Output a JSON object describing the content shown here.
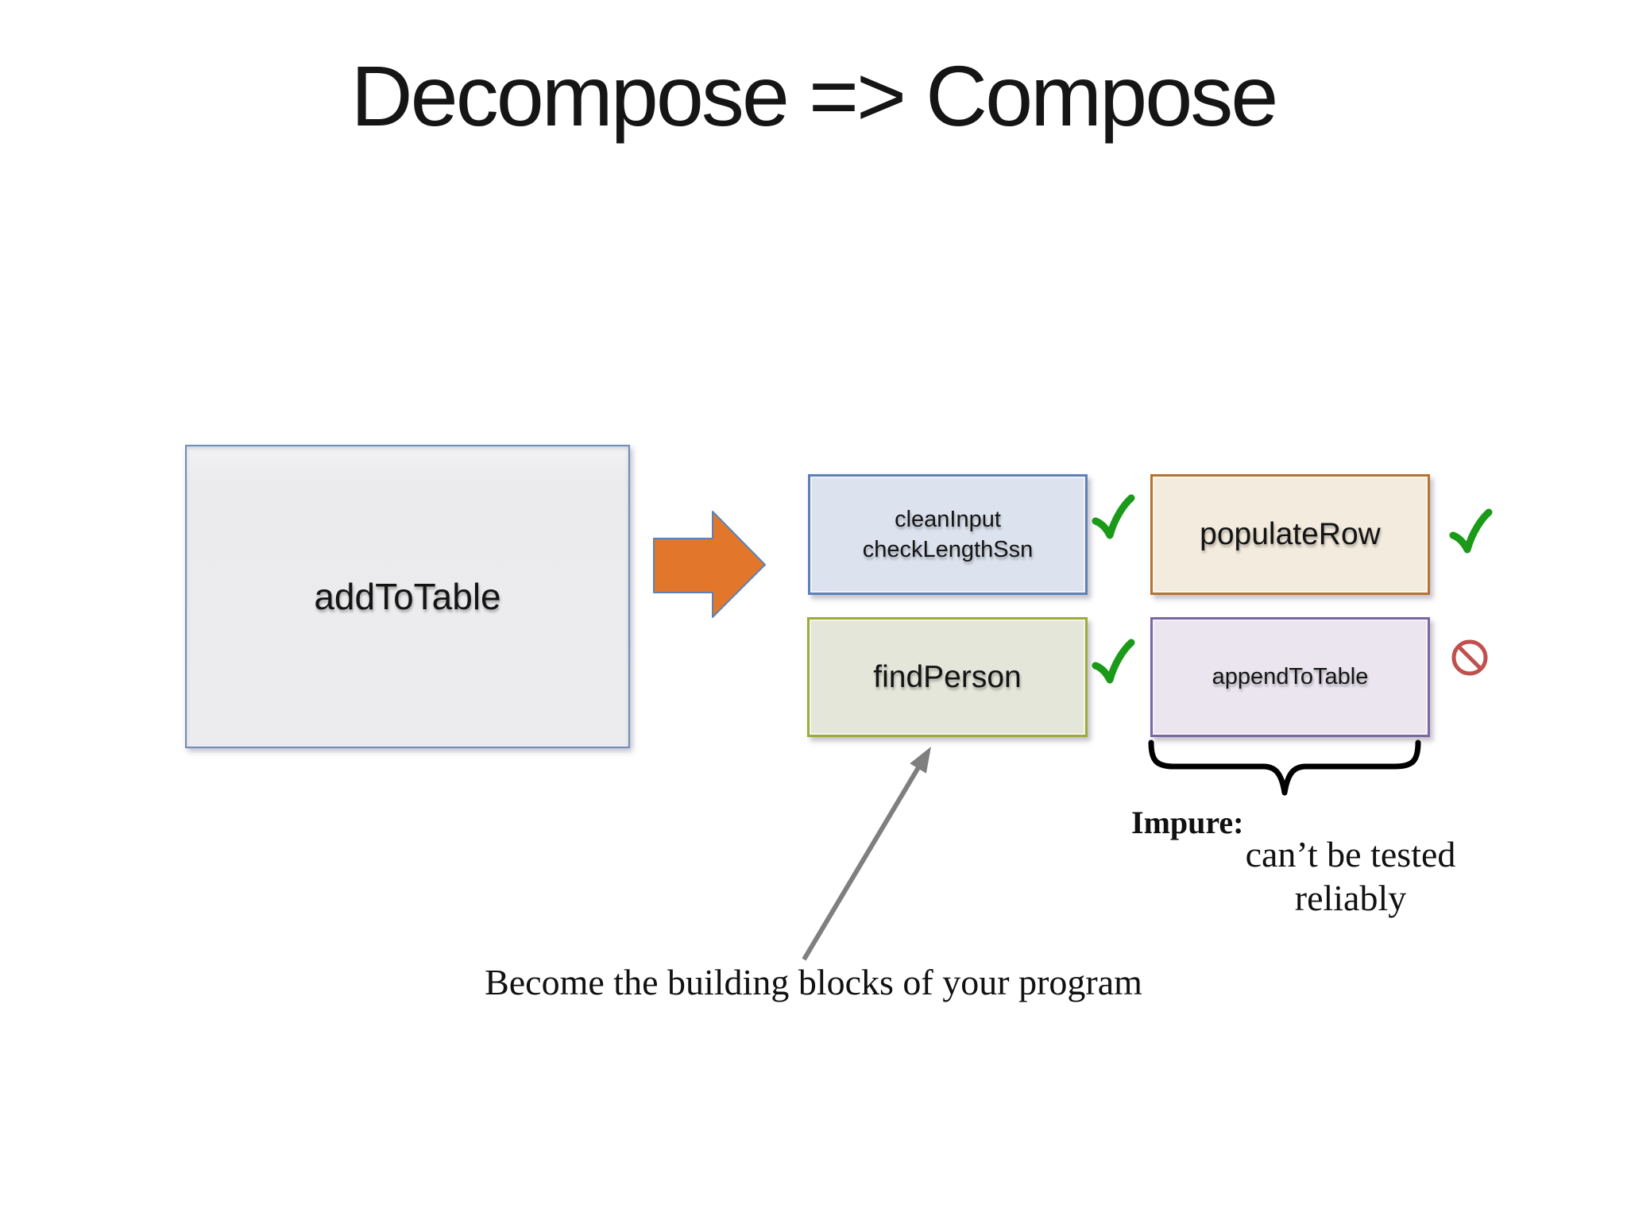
{
  "title": "Decompose => Compose",
  "diagram": {
    "source_box": {
      "label": "addToTable",
      "fill": "#ececee",
      "border": "#6c8ebd"
    },
    "function_boxes": [
      {
        "name": "cleanInput-checkLengthSsn",
        "lines": [
          "cleanInput",
          "checkLengthSsn"
        ],
        "fill": "#dce3ef",
        "border": "#5d82b6",
        "status": "check"
      },
      {
        "name": "populateRow",
        "lines": [
          "populateRow"
        ],
        "fill": "#f3ebdd",
        "border": "#b5742e",
        "status": "check"
      },
      {
        "name": "findPerson",
        "lines": [
          "findPerson"
        ],
        "fill": "#e4e6da",
        "border": "#9dab3d",
        "status": "check"
      },
      {
        "name": "appendToTable",
        "lines": [
          "appendToTable"
        ],
        "fill": "#eae5ee",
        "border": "#7b67a2",
        "status": "no"
      }
    ]
  },
  "annotations": {
    "impure_label": "Impure:",
    "impure_note_line1": "can’t be tested",
    "impure_note_line2": "reliably",
    "building_blocks_note": "Become the building blocks of your program"
  },
  "colors": {
    "arrow_orange": "#e2772b",
    "arrow_outline_blue": "#5b82b7",
    "check_green": "#1a9a18",
    "no_symbol_red": "#c0504d",
    "note_arrow_gray": "#7f7f7f",
    "brace_black": "#000000"
  }
}
